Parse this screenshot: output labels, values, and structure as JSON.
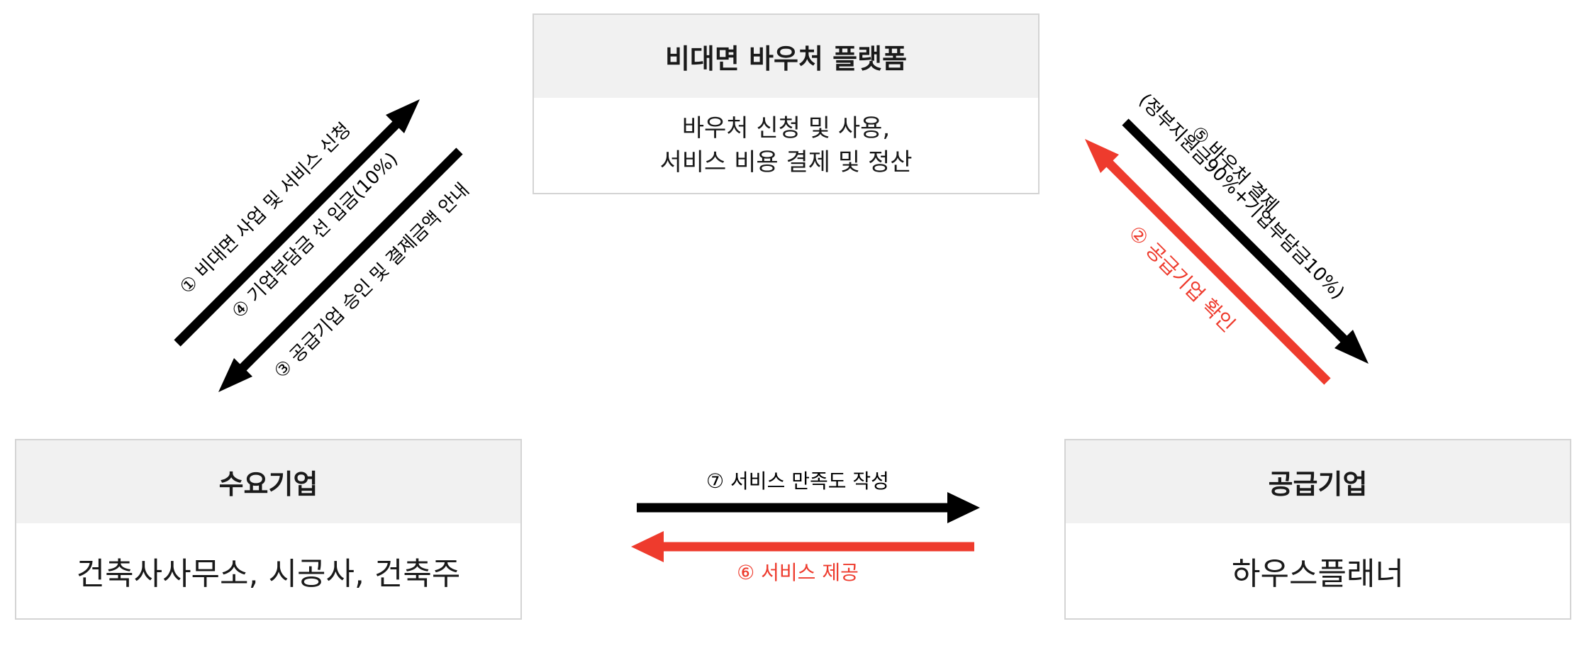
{
  "colors": {
    "black": "#000000",
    "red": "#ee3b2d",
    "box_border": "#d4d4d4",
    "box_header_bg": "#f1f1f1"
  },
  "platform": {
    "title": "비대면 바우처 플랫폼",
    "body_line1": "바우처 신청 및 사용,",
    "body_line2": "서비스 비용 결제 및 정산"
  },
  "demand": {
    "title": "수요기업",
    "body": "건축사사무소, 시공사, 건축주"
  },
  "supplier": {
    "title": "공급기업",
    "body": "하우스플래너"
  },
  "flows": {
    "step1": "① 비대면 사업 및 서비스 신청",
    "step4": "④ 기업부담금 선 입금(10%)",
    "step3": "③ 공급기업 승인 및 결제금액 안내",
    "step5_line1": "⑤ 바우처 결제",
    "step5_line2": "(정부지원금90%+기업부담금10%)",
    "step2": "② 공급기업 확인",
    "step7": "⑦ 서비스 만족도 작성",
    "step6": "⑥ 서비스 제공"
  }
}
